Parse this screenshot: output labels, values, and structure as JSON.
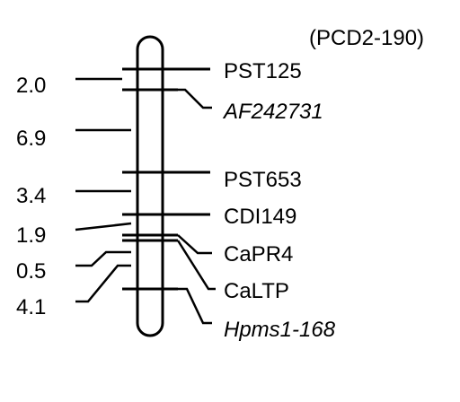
{
  "map": {
    "population": "(PCD2-190)",
    "distances": [
      "2.0",
      "6.9",
      "3.4",
      "1.9",
      "0.5",
      "4.1"
    ],
    "markers": [
      {
        "name": "PST125",
        "italic": false
      },
      {
        "name": "AF242731",
        "italic": true
      },
      {
        "name": "PST653",
        "italic": false
      },
      {
        "name": "CDI149",
        "italic": false
      },
      {
        "name": "CaPR4",
        "italic": false
      },
      {
        "name": "CaLTP",
        "italic": false
      },
      {
        "name": "Hpms1-168",
        "italic": true
      }
    ]
  },
  "colors": {
    "ink": "#000000",
    "background": "#ffffff"
  }
}
